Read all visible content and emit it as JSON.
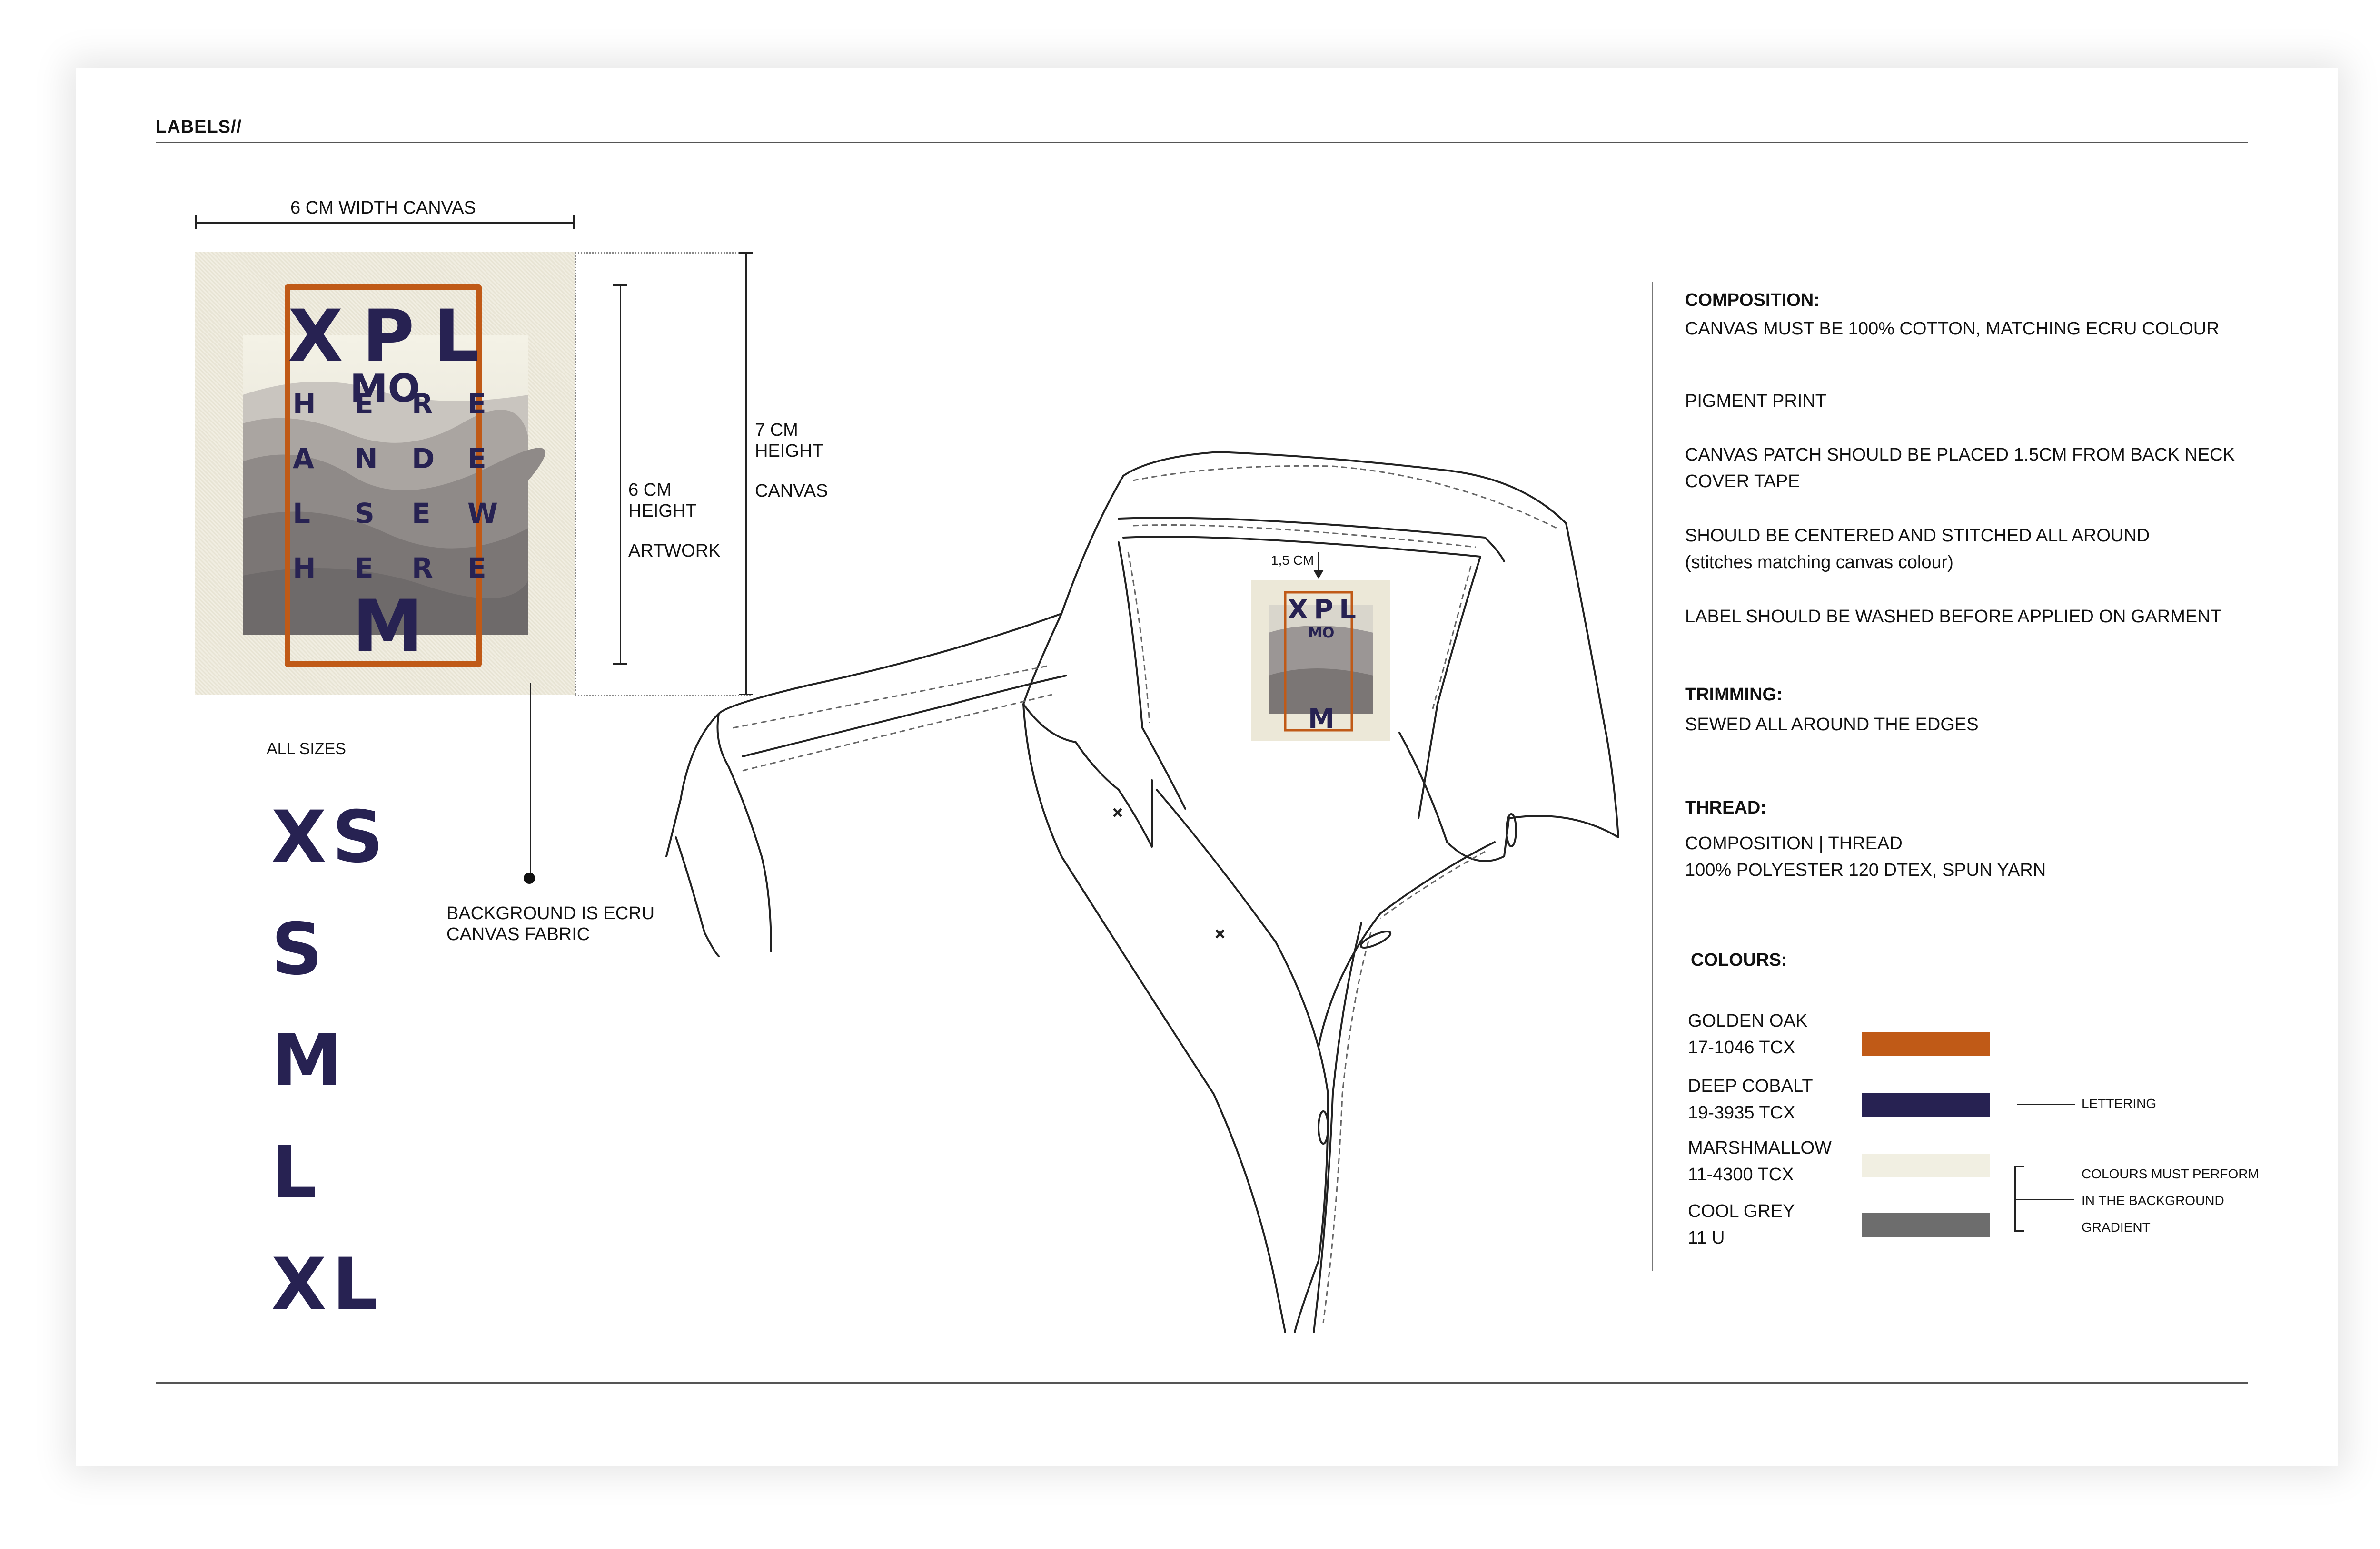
{
  "header": {
    "title": "LABELS//"
  },
  "dimensions": {
    "width_canvas": "6 CM WIDTH CANVAS",
    "height_artwork": [
      "6 CM",
      "HEIGHT",
      "",
      "ARTWORK"
    ],
    "height_canvas": [
      "7 CM",
      "HEIGHT",
      "",
      "CANVAS"
    ],
    "background_note": [
      "BACKGROUND IS ECRU",
      "CANVAS FABRIC"
    ],
    "neck_offset": "1,5 CM"
  },
  "label_artwork": {
    "top": "XPL",
    "word_mo": "MO",
    "grid": [
      [
        "H",
        "E",
        "R",
        "E"
      ],
      [
        "A",
        "N",
        "D",
        "E"
      ],
      [
        "L",
        "S",
        "E",
        "W"
      ],
      [
        "H",
        "E",
        "R",
        "E"
      ]
    ],
    "bottom": "M"
  },
  "sizes": {
    "label": "ALL SIZES",
    "items": [
      "XS",
      "S",
      "M",
      "L",
      "XL"
    ]
  },
  "specs": {
    "composition_head": "COMPOSITION:",
    "composition_text": "CANVAS MUST BE 100% COTTON, MATCHING ECRU COLOUR",
    "pigment": "PIGMENT PRINT",
    "placement": [
      "CANVAS PATCH SHOULD BE PLACED 1.5CM FROM BACK NECK",
      "COVER TAPE"
    ],
    "centered": [
      "SHOULD BE CENTERED AND STITCHED ALL AROUND",
      "(stitches matching canvas colour)"
    ],
    "washed": "LABEL SHOULD BE WASHED BEFORE APPLIED ON GARMENT",
    "trimming_head": "TRIMMING:",
    "trimming_text": "SEWED ALL AROUND THE EDGES",
    "thread_head": "THREAD:",
    "thread_lines": [
      "COMPOSITION | THREAD",
      "100% POLYESTER 120 DTEX, SPUN YARN"
    ]
  },
  "colours": {
    "head": "COLOURS:",
    "items": [
      {
        "name": "GOLDEN OAK",
        "code": "17-1046 TCX",
        "hex": "#c05a17"
      },
      {
        "name": "DEEP COBALT",
        "code": "19-3935 TCX",
        "hex": "#272252"
      },
      {
        "name": "MARSHMALLOW",
        "code": "11-4300 TCX",
        "hex": "#f1efe2"
      },
      {
        "name": "COOL GREY",
        "code": "11 U",
        "hex": "#6d6d6d"
      }
    ],
    "lettering_note": "LETTERING",
    "background_note": [
      "COLOURS MUST PERFORM",
      "IN THE BACKGROUND",
      "GRADIENT"
    ]
  }
}
